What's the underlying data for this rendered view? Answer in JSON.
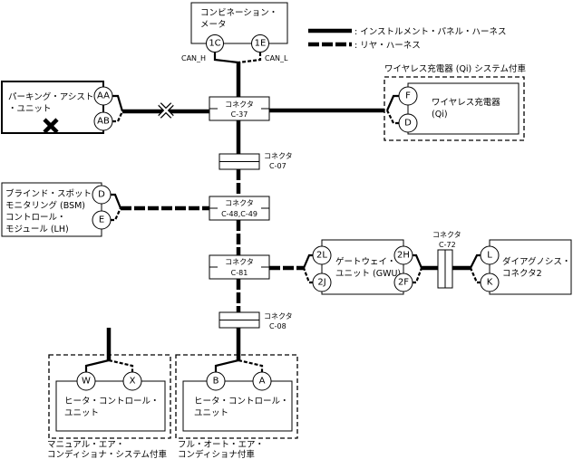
{
  "legend": {
    "solid_label": ": インストルメント・パネル・ハーネス",
    "dashed_label": ": リヤ・ハーネス"
  },
  "combination_meter": {
    "name_line1": "コンビネーション・",
    "name_line2": "メータ",
    "pin_left": "1C",
    "pin_right": "1E",
    "can_h": "CAN_H",
    "can_l": "CAN_L"
  },
  "parking_assist": {
    "name_line1": "パーキング・アシスト",
    "name_line2": "・ユニット",
    "pin_top": "AA",
    "pin_bottom": "AB",
    "status_icon": "x-mark-icon"
  },
  "wireless_charger": {
    "system_label": "ワイヤレス充電器 (Qi) システム付車",
    "name_line1": "ワイヤレス充電器",
    "name_line2": "(Qi)",
    "pin_top": "F",
    "pin_bottom": "D"
  },
  "bsm": {
    "name_line1": "ブラインド・スポット・",
    "name_line2": "モニタリング (BSM)",
    "name_line3": "コントロール・",
    "name_line4": "モジュール (LH)",
    "pin_top": "D",
    "pin_bottom": "E"
  },
  "gateway": {
    "name_line1": "ゲートウェイ・",
    "name_line2": "ユニット (GWU)",
    "pin_left_top": "2L",
    "pin_left_bottom": "2J",
    "pin_right_top": "2H",
    "pin_right_bottom": "2F"
  },
  "diag_connector": {
    "name_line1": "ダイアグノシス・",
    "name_line2": "コネクタ2",
    "pin_top": "L",
    "pin_bottom": "K"
  },
  "connectors": {
    "c37": {
      "title": "コネクタ",
      "code": "C-37"
    },
    "c07": {
      "title": "コネクタ",
      "code": "C-07"
    },
    "c4849": {
      "title": "コネクタ",
      "code": "C-48,C-49"
    },
    "c81": {
      "title": "コネクタ",
      "code": "C-81"
    },
    "c72": {
      "title": "コネクタ",
      "code": "C-72"
    },
    "c08": {
      "title": "コネクタ",
      "code": "C-08"
    }
  },
  "manual_ac": {
    "unit_line1": "ヒータ・コントロール・",
    "unit_line2": "ユニット",
    "pin_left": "W",
    "pin_right": "X",
    "system_line1": "マニュアル・エア・",
    "system_line2": "コンディショナ・システム付車"
  },
  "auto_ac": {
    "unit_line1": "ヒータ・コントロール・",
    "unit_line2": "ユニット",
    "pin_left": "B",
    "pin_right": "A",
    "system_line1": "フル・オート・エア・",
    "system_line2": "コンディショナ付車"
  }
}
